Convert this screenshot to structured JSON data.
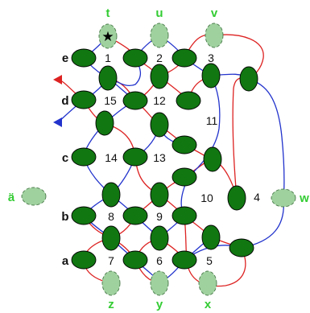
{
  "port_labels": {
    "t": "t",
    "u": "u",
    "v": "v",
    "w": "w",
    "x": "x",
    "y": "y",
    "z": "z",
    "ae": "ä"
  },
  "row_labels": {
    "e": "e",
    "d": "d",
    "c": "c",
    "b": "b",
    "a": "a"
  },
  "numbers": {
    "n1": "1",
    "n2": "2",
    "n3": "3",
    "n4": "4",
    "n5": "5",
    "n6": "6",
    "n7": "7",
    "n8": "8",
    "n9": "9",
    "n10": "10",
    "n11": "11",
    "n12": "12",
    "n13": "13",
    "n14": "14",
    "n15": "15"
  },
  "start_marker": "★",
  "colors": {
    "node_dark": "#117711",
    "node_light": "#9fd19f",
    "wire_red": "#dd2222",
    "wire_blue": "#2233cc",
    "port_text": "#33cc33"
  }
}
